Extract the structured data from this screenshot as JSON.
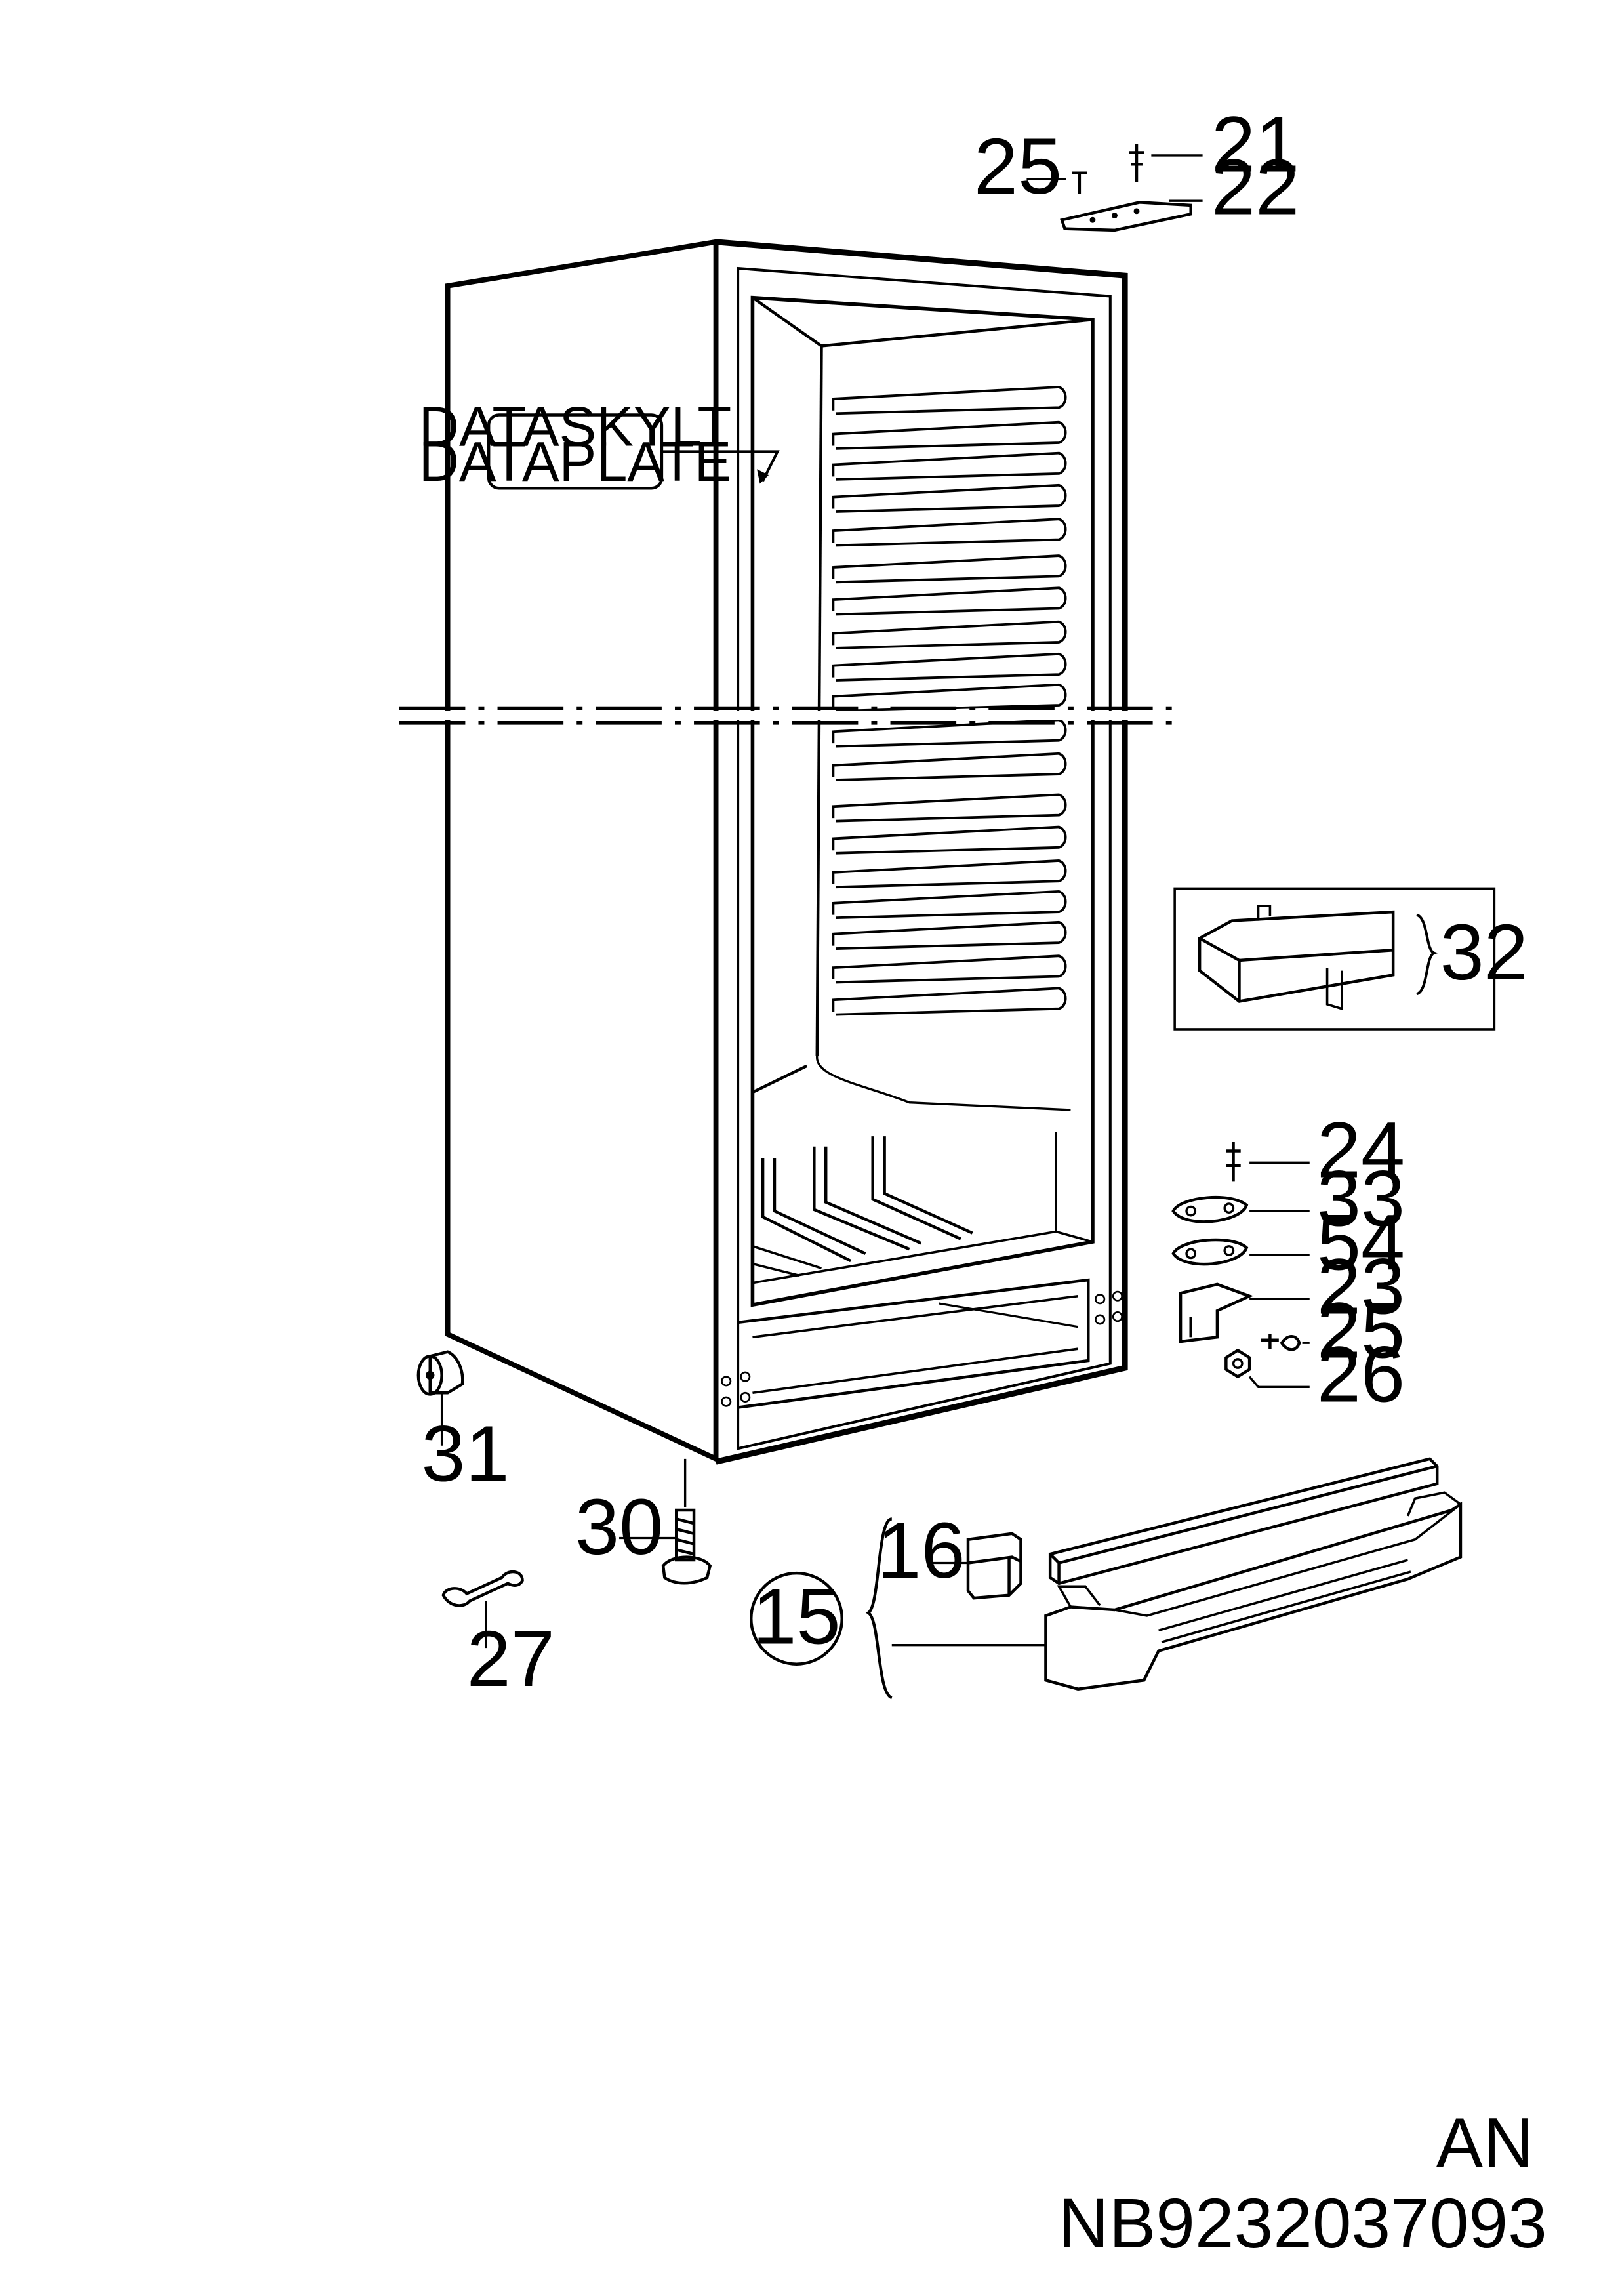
{
  "plate": {
    "line1": "DATASKYLT",
    "line2": "DATAPLATE"
  },
  "callouts": {
    "c21": "21",
    "c22": "22",
    "c25_top": "25",
    "c32": "32",
    "c24": "24",
    "c33": "33",
    "c54": "54",
    "c23": "23",
    "c25_mid": "25",
    "c26": "26",
    "c31": "31",
    "c30": "30",
    "c27": "27",
    "c16": "16",
    "c15": "15"
  },
  "footer": {
    "code": "AN",
    "doc_number": "NB9232037093"
  }
}
